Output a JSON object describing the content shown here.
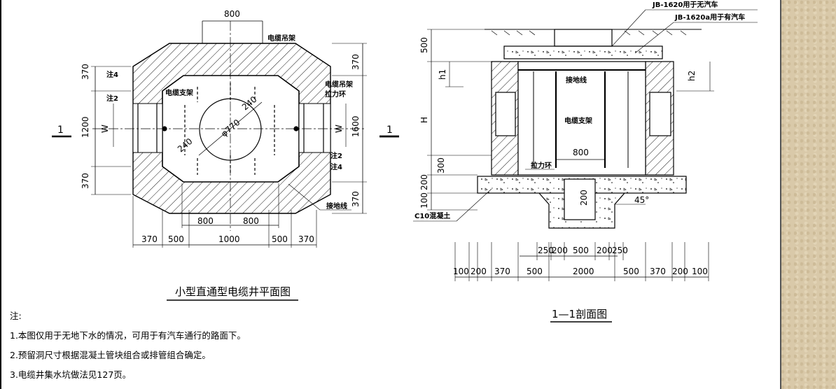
{
  "plan": {
    "title": "小型直通型电缆井平面图",
    "dims": {
      "top_opening": "800",
      "left_top": "370",
      "left_mid": "1200",
      "left_bot": "370",
      "right_top": "370",
      "right_mid": "1600",
      "right_bot": "370",
      "inner_left": "800",
      "inner_right": "800",
      "bottom_chain": [
        "370",
        "500",
        "1000",
        "500",
        "370"
      ],
      "diam": "φ770",
      "r1": "240",
      "r2": "240",
      "w_left": "W",
      "w_right": "W"
    },
    "labels": {
      "hanger": "电缆吊架",
      "support": "电缆支架",
      "hanger2": "电缆吊架",
      "ring": "拉力环",
      "note4_left": "注4",
      "note2_left": "注2",
      "note2_right": "注2",
      "note4_right": "注4",
      "ground": "接地线"
    },
    "section_mark": "1"
  },
  "section": {
    "title": "1—1剖面图",
    "section_mark": "1",
    "labels": {
      "jb_top": "JB-1620用于无汽车",
      "jb_car": "JB-1620a用于有汽车",
      "ground": "接地线",
      "support": "电缆支架",
      "ring": "拉力环",
      "concrete": "C10混凝土",
      "angle": "45°"
    },
    "dims": {
      "top": "500",
      "h1": "h1",
      "h2": "h2",
      "H": "H",
      "d300": "300",
      "d200": "200",
      "d100": "100",
      "inner": "800",
      "sump": "200",
      "upper_chain": [
        "250",
        "200",
        "500",
        "200",
        "250"
      ],
      "lower_chain": [
        "100",
        "200",
        "370",
        "500",
        "2000",
        "500",
        "370",
        "200",
        "100"
      ]
    }
  },
  "notes": {
    "heading": "注:",
    "items": [
      "1.本图仅用于无地下水的情况，可用于有汽车通行的路面下。",
      "2.预留洞尺寸根据混凝土管块组合或排管组合确定。",
      "3.电缆井集水坑做法见127页。"
    ]
  }
}
